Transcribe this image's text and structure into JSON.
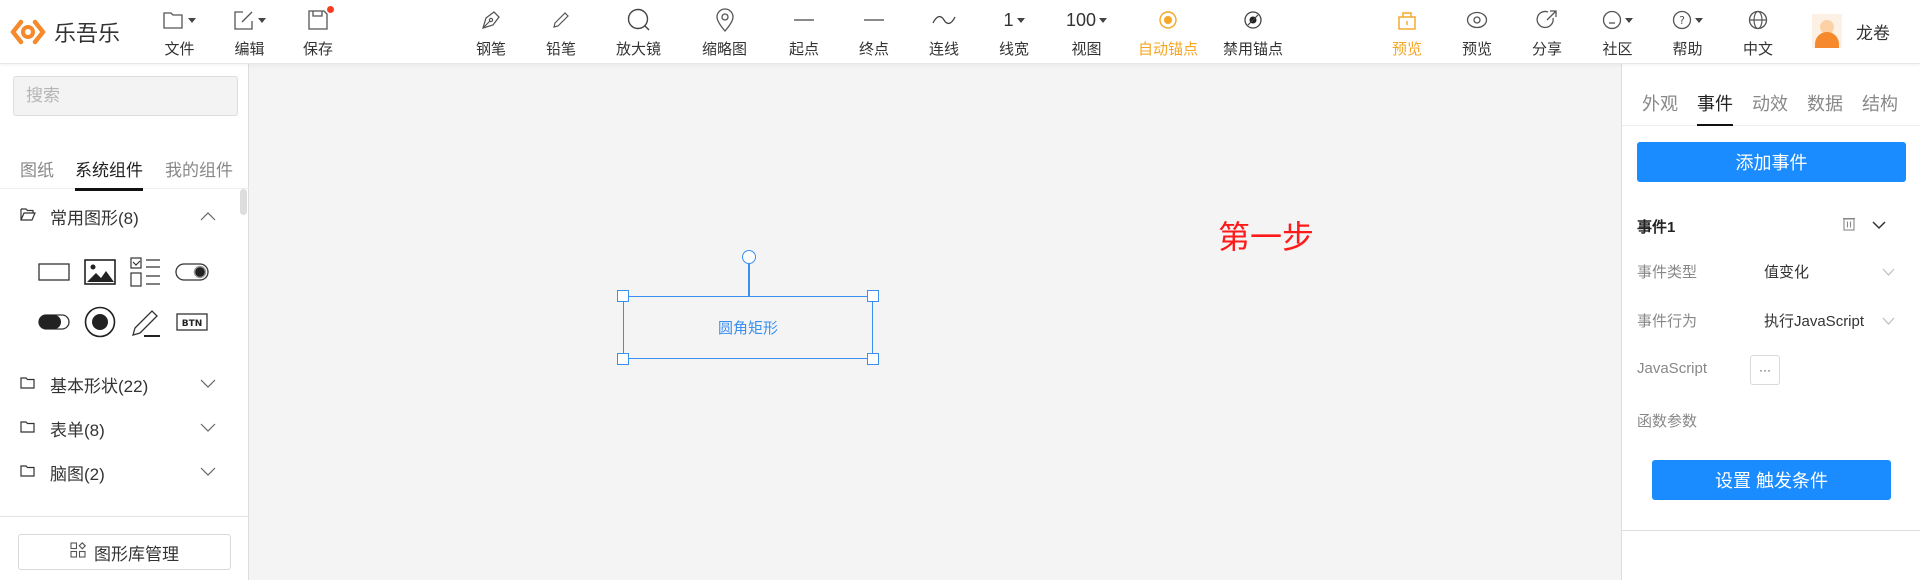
{
  "app": {
    "name": "乐吾乐",
    "brand_color": "#f5892b"
  },
  "header": {
    "file_tools": [
      {
        "id": "file",
        "label": "文件",
        "icon": "folder-icon",
        "dropdown": true
      },
      {
        "id": "edit",
        "label": "编辑",
        "icon": "edit-icon",
        "dropdown": true
      },
      {
        "id": "save",
        "label": "保存",
        "icon": "save-icon",
        "badge": true
      }
    ],
    "draw_tools": [
      {
        "id": "pen",
        "label": "钢笔",
        "icon": "pen-nib-icon"
      },
      {
        "id": "pencil",
        "label": "铅笔",
        "icon": "pencil-icon"
      },
      {
        "id": "magnifier",
        "label": "放大镜",
        "icon": "magnifier-icon"
      },
      {
        "id": "minimap",
        "label": "缩略图",
        "icon": "map-pin-icon"
      },
      {
        "id": "from-arrow",
        "label": "起点",
        "icon": "line-start-icon"
      },
      {
        "id": "to-arrow",
        "label": "终点",
        "icon": "line-end-icon"
      },
      {
        "id": "line-type",
        "label": "连线",
        "icon": "curve-icon"
      },
      {
        "id": "line-width",
        "label": "线宽",
        "value": "1",
        "dropdown": true
      },
      {
        "id": "view",
        "label": "视图",
        "value": "100",
        "dropdown": true
      },
      {
        "id": "auto-anchor",
        "label": "自动锚点",
        "icon": "anchor-auto-icon",
        "active": true
      },
      {
        "id": "disable-anchor",
        "label": "禁用锚点",
        "icon": "anchor-disabled-icon"
      }
    ],
    "right_tools": [
      {
        "id": "lock",
        "label": "预览",
        "icon": "lock-icon",
        "active": true
      },
      {
        "id": "preview",
        "label": "预览",
        "icon": "eye-icon"
      },
      {
        "id": "share",
        "label": "分享",
        "icon": "share-icon"
      },
      {
        "id": "community",
        "label": "社区",
        "icon": "community-icon",
        "dropdown": true
      },
      {
        "id": "help",
        "label": "帮助",
        "icon": "help-icon",
        "dropdown": true
      },
      {
        "id": "language",
        "label": "中文",
        "icon": "globe-icon"
      }
    ],
    "user": {
      "name": "龙卷"
    },
    "active_color": "#f5a623"
  },
  "left_panel": {
    "search": {
      "placeholder": "搜索",
      "value": ""
    },
    "tabs": [
      {
        "label": "图纸",
        "active": false
      },
      {
        "label": "系统组件",
        "active": true
      },
      {
        "label": "我的组件",
        "active": false
      }
    ],
    "groups": [
      {
        "label": "常用图形(8)",
        "expanded": true
      },
      {
        "label": "基本形状(22)",
        "expanded": false
      },
      {
        "label": "表单(8)",
        "expanded": false
      },
      {
        "label": "脑图(2)",
        "expanded": false
      }
    ],
    "common_shapes": [
      "rectangle-icon",
      "image-icon",
      "checklist-icon",
      "switch-on-icon",
      "switch-off-icon",
      "radio-icon",
      "pen-line-icon",
      "button-icon"
    ],
    "button_shape_text": "BTN",
    "library_button": "图形库管理"
  },
  "canvas": {
    "annotation": {
      "text": "第一步",
      "color": "#ff1a1a"
    },
    "selected_node": {
      "label": "圆角矩形",
      "color": "#3b8ff0"
    }
  },
  "right_panel": {
    "tabs": [
      {
        "label": "外观",
        "active": false
      },
      {
        "label": "事件",
        "active": true
      },
      {
        "label": "动效",
        "active": false
      },
      {
        "label": "数据",
        "active": false
      },
      {
        "label": "结构",
        "active": false
      }
    ],
    "add_event_button": "添加事件",
    "event": {
      "title": "事件1",
      "fields": [
        {
          "label": "事件类型",
          "value": "值变化"
        },
        {
          "label": "事件行为",
          "value": "执行JavaScript"
        }
      ],
      "js_label": "JavaScript",
      "js_button": "···",
      "params_label": "函数参数"
    },
    "trigger_button": "设置 触发条件",
    "primary_color": "#1a8cff"
  }
}
